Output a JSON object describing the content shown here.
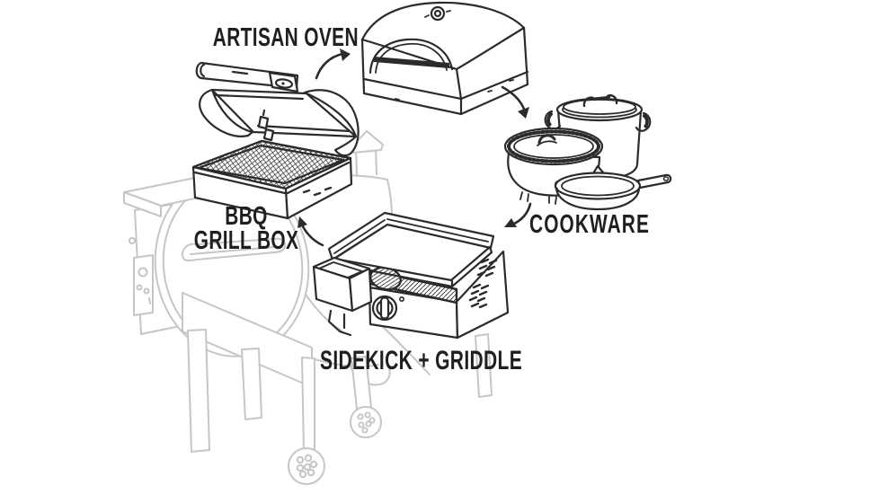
{
  "page": {
    "background": "#ffffff"
  },
  "colors": {
    "ink": "#2b2b2b",
    "label_text": "#1f1f1f",
    "grill_outline": "#c6c6c6"
  },
  "diagram": {
    "style": "black-and-white line illustration of a pellet grill (light gray) with four accessory products (dark ink) connected by curved arrows",
    "labels": {
      "artisan_oven": "ARTISAN OVEN",
      "bbq_grill_box_line1": "BBQ",
      "bbq_grill_box_line2": "GRILL BOX",
      "cookware": "COOKWARE",
      "sidekick_griddle": "SIDEKICK + GRIDDLE"
    },
    "components": [
      "pellet-grill (background, light gray)",
      "bbq-grill-box (open lid, grate, on top of grill barrel)",
      "artisan-oven (domed pizza oven with arched mouth and top gauge)",
      "cookware (stock pot with lid, dutch oven, cast-iron skillet)",
      "sidekick-griddle (side burner box with knob, vents, griddle plate)"
    ],
    "arrows": [
      {
        "name": "label-to-artisan-oven",
        "direction": "up-right"
      },
      {
        "name": "artisan-oven-to-cookware",
        "direction": "down"
      },
      {
        "name": "cookware-to-sidekick-griddle",
        "direction": "down-left"
      },
      {
        "name": "sidekick-griddle-to-bbq-grill-box",
        "direction": "up-left"
      }
    ]
  }
}
